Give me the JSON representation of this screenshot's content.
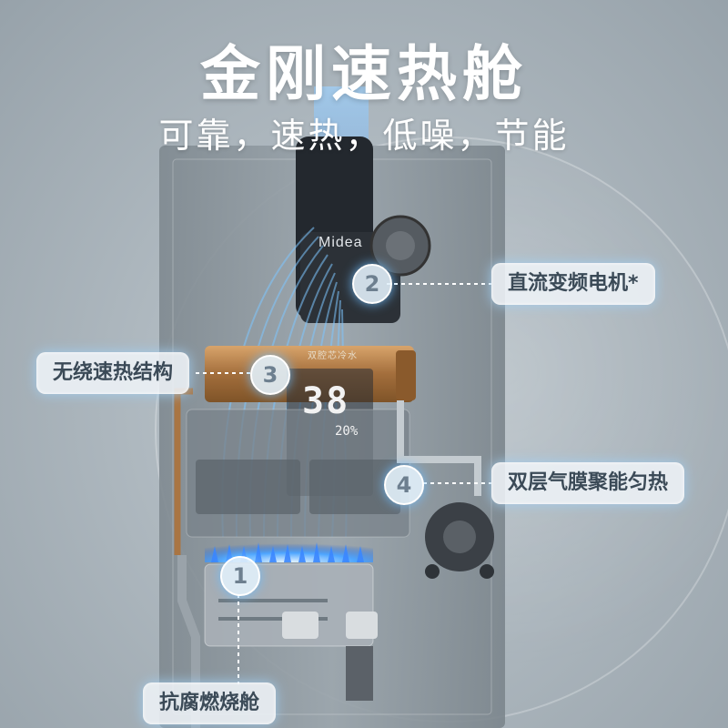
{
  "header": {
    "title": "金刚速热舱",
    "subtitle": "可靠，速热，低噪，节能"
  },
  "heater": {
    "brand": "Midea",
    "panel_text": "双腔芯冷水",
    "display_temp": "38",
    "display_percent": "20%"
  },
  "callouts": [
    {
      "number": "1",
      "label": "抗腐燃烧舱"
    },
    {
      "number": "2",
      "label": "直流变频电机*"
    },
    {
      "number": "3",
      "label": "无绕速热结构"
    },
    {
      "number": "4",
      "label": "双层气膜聚能匀热"
    }
  ],
  "colors": {
    "accent_glow": "#7ec6ff",
    "label_text": "#3b4a57",
    "copper": "#b88650"
  }
}
